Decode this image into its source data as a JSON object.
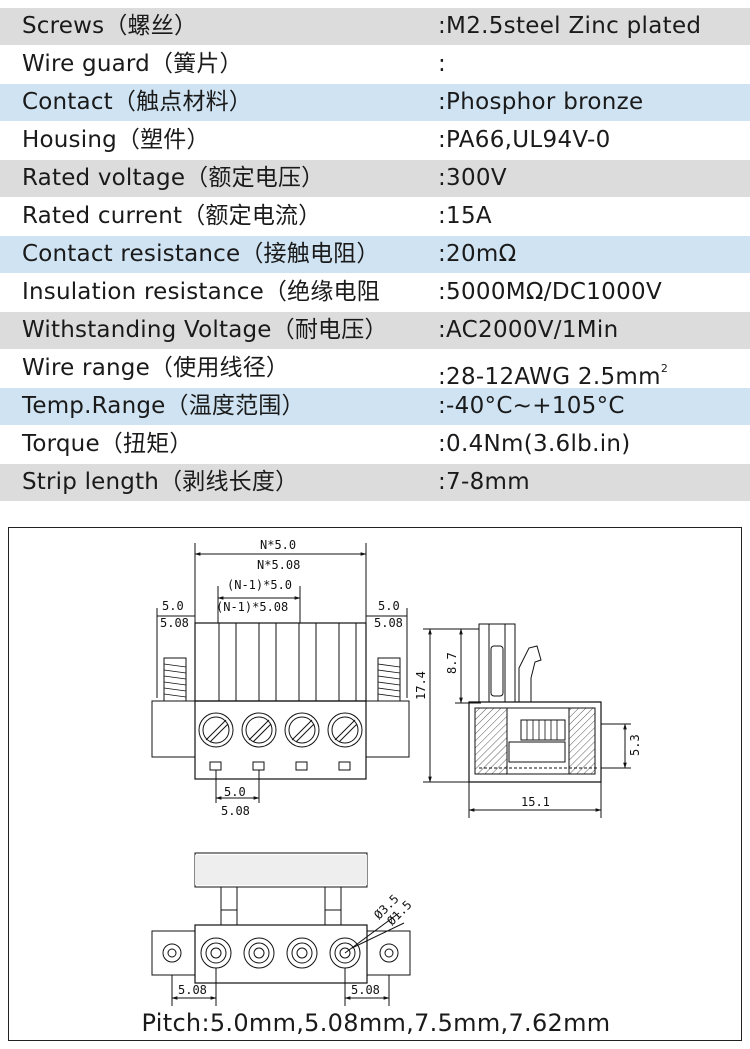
{
  "specs": [
    {
      "label": "Screws（螺丝）",
      "value": ":M2.5steel Zinc plated",
      "style": "gray"
    },
    {
      "label": "Wire guard（簧片）",
      "value": ":",
      "style": "white"
    },
    {
      "label": "Contact（触点材料）",
      "value": ":Phosphor bronze",
      "style": "blue"
    },
    {
      "label": "Housing（塑件）",
      "value": ":PA66,UL94V-0",
      "style": "white"
    },
    {
      "label": "Rated voltage（额定电压）",
      "value": ":300V",
      "style": "gray"
    },
    {
      "label": "Rated current（额定电流）",
      "value": ":15A",
      "style": "white"
    },
    {
      "label": "Contact resistance（接触电阻）",
      "value": ":20mΩ",
      "style": "blue"
    },
    {
      "label": "Insulation resistance（绝缘电阻",
      "value": ":5000MΩ/DC1000V",
      "style": "white"
    },
    {
      "label": "Withstanding Voltage（耐电压）",
      "value": ":AC2000V/1Min",
      "style": "gray"
    },
    {
      "label": "Wire range（使用线径）",
      "value": ":28-12AWG  2.5mm",
      "sup": "2",
      "style": "white"
    },
    {
      "label": "Temp.Range（温度范围）",
      "value": ":-40°C~+105°C",
      "style": "blue"
    },
    {
      "label": "Torque（扭矩）",
      "value": ":0.4Nm(3.6lb.in)",
      "style": "white"
    },
    {
      "label": "Strip length（剥线长度）",
      "value": ":7-8mm",
      "style": "gray"
    }
  ],
  "drawing": {
    "front": {
      "n50": "N*5.0",
      "n508": "N*5.08",
      "n1_50": "(N-1)*5.0",
      "n1_508": "(N-1)*5.08",
      "left50": "5.0",
      "left508": "5.08",
      "right50": "5.0",
      "right508": "5.08",
      "bottom50": "5.0",
      "bottom508": "5.08"
    },
    "side": {
      "h174": "17.4",
      "h87": "8.7",
      "h53": "5.3",
      "w151": "15.1"
    },
    "bottom": {
      "d35": "Ø3.5",
      "d15": "Ø1.5",
      "left508": "5.08",
      "right508": "5.08"
    },
    "pitch": "Pitch:5.0mm,5.08mm,7.5mm,7.62mm"
  }
}
